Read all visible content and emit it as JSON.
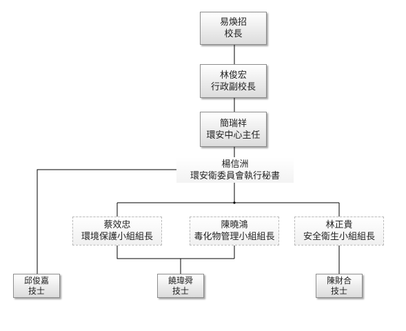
{
  "org_chart": {
    "principal": {
      "name": "易煥招",
      "title": "校長"
    },
    "vice_principal": {
      "name": "林俊宏",
      "title": "行政副校長"
    },
    "env_director": {
      "name": "簡瑞祥",
      "title": "環安中心主任"
    },
    "exec_secretary": {
      "name": "楊信洲",
      "title": "環安衛委員會執行秘書"
    },
    "group_env": {
      "name": "蔡效忠",
      "title": "環境保護小組組長"
    },
    "group_toxic": {
      "name": "陳曉鴻",
      "title": "毒化物管理小組組長"
    },
    "group_safety": {
      "name": "林正貴",
      "title": "安全衛生小組組長"
    },
    "tech_1": {
      "name": "邱俊嘉",
      "title": "技士"
    },
    "tech_2": {
      "name": "饒瑋舜",
      "title": "技士"
    },
    "tech_3": {
      "name": "陳財合",
      "title": "技士"
    }
  },
  "colors": {
    "line": "#000000",
    "solid_border": "#8c8c8c",
    "dashed_border": "#b9b9b9"
  }
}
